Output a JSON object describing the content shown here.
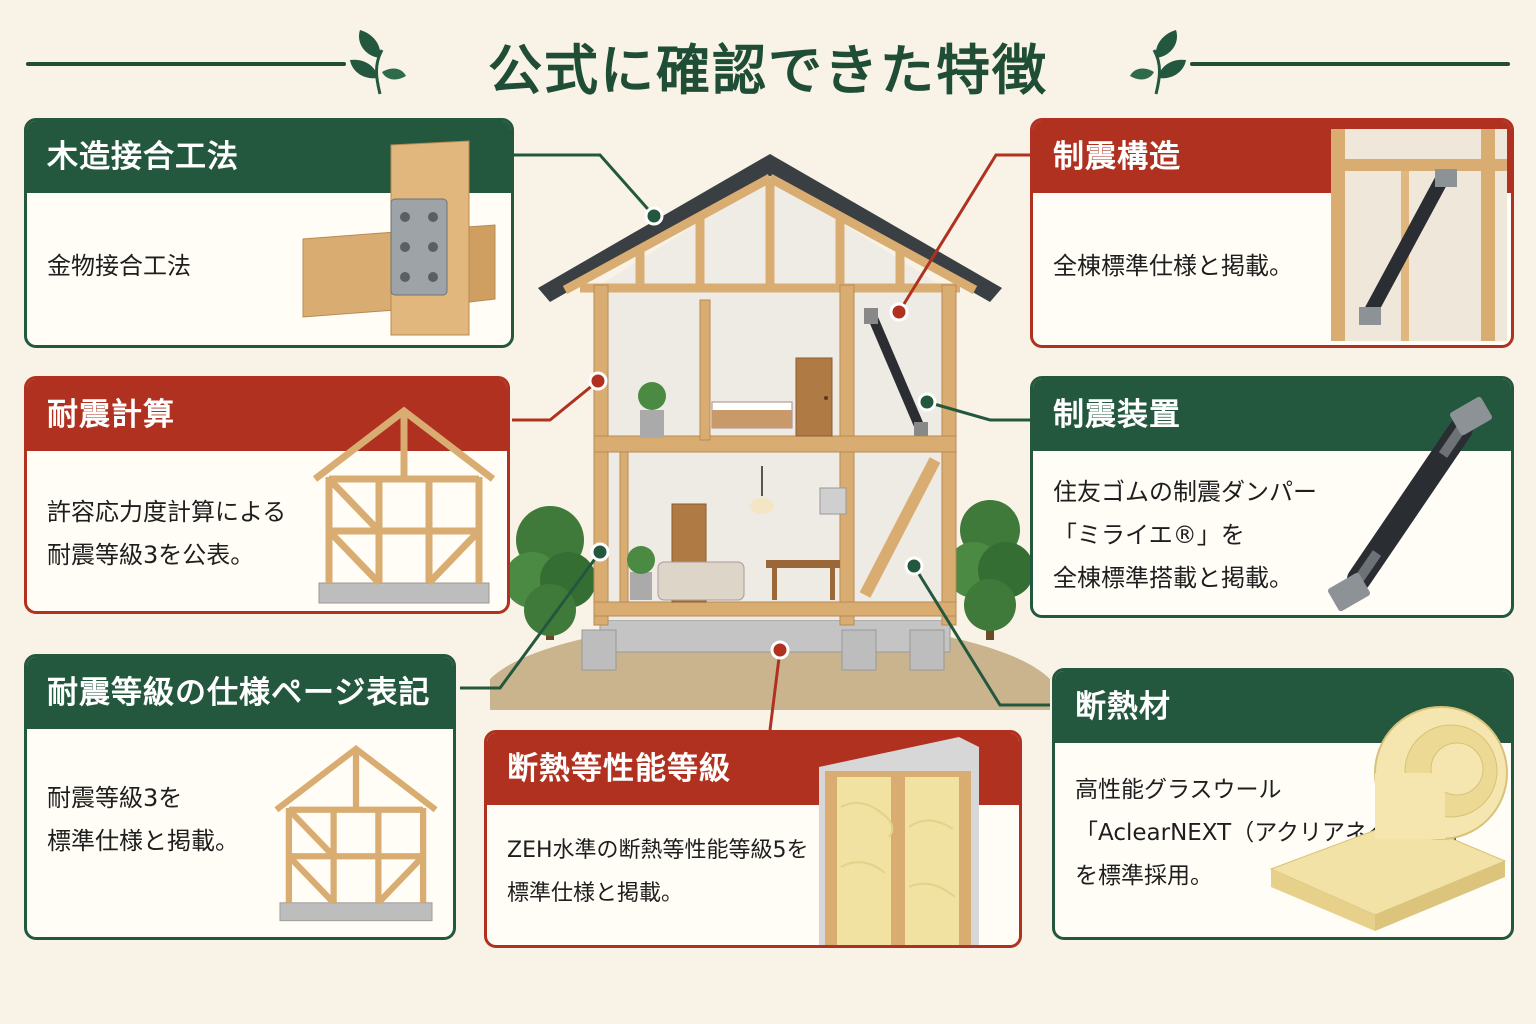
{
  "title": "公式に確認できた特徴",
  "colors": {
    "green": "#23583f",
    "red": "#b0311f",
    "background": "#f8f3e6",
    "wood": "#d9ad72"
  },
  "cards": [
    {
      "id": "mokuzo",
      "title": "木造接合工法",
      "color": "green",
      "lines": [
        "金物接合工法"
      ],
      "icon": "wood-joint-metal-plate-icon"
    },
    {
      "id": "seishin-kozo",
      "title": "制震構造",
      "color": "red",
      "lines": [
        "全棟標準仕様と掲載。"
      ],
      "icon": "wall-damper-icon"
    },
    {
      "id": "taishin-keisan",
      "title": "耐震計算",
      "color": "red",
      "lines": [
        "許容応力度計算による",
        "耐震等級3を公表。"
      ],
      "icon": "house-frame-icon"
    },
    {
      "id": "seishin-sochi",
      "title": "制震装置",
      "color": "green",
      "lines": [
        "住友ゴムの制震ダンパー",
        "「ミライエ®」を",
        "全棟標準搭載と掲載。"
      ],
      "icon": "damper-icon"
    },
    {
      "id": "taishin-tokyu",
      "title": "耐震等級の仕様ページ表記",
      "color": "green",
      "lines": [
        "耐震等級3を",
        "標準仕様と掲載。"
      ],
      "icon": "house-frame-icon"
    },
    {
      "id": "dannetsu-tokyu",
      "title": "断熱等性能等級",
      "color": "red",
      "lines": [
        "ZEH水準の断熱等性能等級5を",
        "標準仕様と掲載。"
      ],
      "icon": "insulated-wall-icon"
    },
    {
      "id": "dannetsuzai",
      "title": "断熱材",
      "color": "green",
      "lines": [
        "高性能グラスウール",
        "「AclearNEXT（アクリアネクスト）」",
        "を標準採用。"
      ],
      "icon": "glass-wool-roll-icon"
    }
  ]
}
